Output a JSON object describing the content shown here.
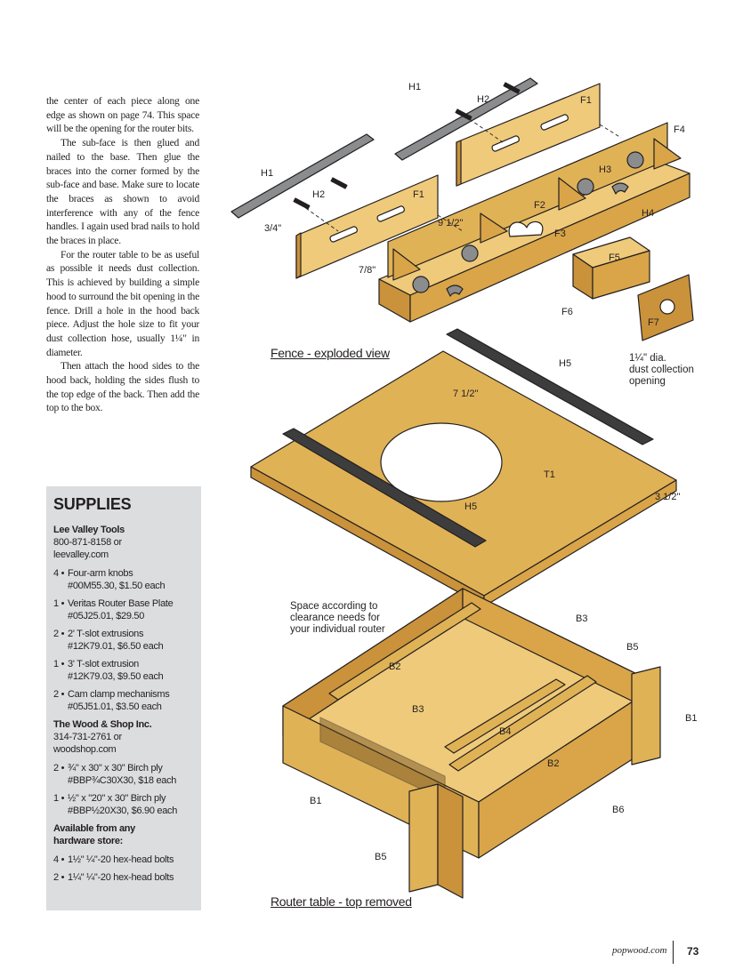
{
  "body": {
    "p1": "the center of each piece along one edge as shown on page 74. This space will be the opening for the router bits.",
    "p2": "The sub-face is then glued and nailed to the base. Then glue the braces into the corner formed by the sub-face and base. Make sure to locate the braces as shown to avoid interference with any of the fence handles. I again used brad nails to hold the braces in place.",
    "p3": "For the router table to be as useful as possible it needs dust collection. This is achieved by building a simple hood to surround the bit opening in the fence. Drill a hole in the hood back piece. Adjust the hole size to fit your dust collection hose, usually 1¼\" in diameter.",
    "p4": "Then attach the hood sides to the hood back, holding the sides flush to the top edge of the back. Then add the top to the box."
  },
  "supplies": {
    "title": "SUPPLIES",
    "v1_name": "Lee Valley Tools",
    "v1_phone": "800-871-8158 or",
    "v1_web": "leevalley.com",
    "items1": [
      {
        "qty": "4 •",
        "l1": "Four-arm knobs",
        "l2": "#00M55.30, $1.50 each"
      },
      {
        "qty": "1 •",
        "l1": "Veritas Router Base Plate",
        "l2": "#05J25.01, $29.50"
      },
      {
        "qty": "2 •",
        "l1": "2' T-slot extrusions",
        "l2": "#12K79.01, $6.50 each"
      },
      {
        "qty": "1 •",
        "l1": "3' T-slot extrusion",
        "l2": "#12K79.03, $9.50 each"
      },
      {
        "qty": "2 •",
        "l1": "Cam clamp mechanisms",
        "l2": "#05J51.01, $3.50 each"
      }
    ],
    "v2_name": "The Wood & Shop Inc.",
    "v2_phone": "314-731-2761 or",
    "v2_web": "woodshop.com",
    "items2": [
      {
        "qty": "2 •",
        "l1": "¾\" x 30\" x 30\" Birch ply",
        "l2": "#BBP¾C30X30, $18 each"
      },
      {
        "qty": "1 •",
        "l1": "½\" x \"20\" x 30\" Birch ply",
        "l2": "#BBP½20X30, $6.90 each"
      }
    ],
    "v3_name": "Available from any hardware store:",
    "items3": [
      {
        "qty": "4 •",
        "l1": "1½\" ¼\"-20 hex-head bolts"
      },
      {
        "qty": "2 •",
        "l1": "1¼\" ¼\"-20 hex-head bolts"
      }
    ]
  },
  "figure": {
    "fence_caption": "Fence - exploded view",
    "router_caption": "Router table - top removed",
    "labels": {
      "h1": "H1",
      "h2": "H2",
      "h3": "H3",
      "h4": "H4",
      "h5": "H5",
      "f1": "F1",
      "f2": "F2",
      "f3": "F3",
      "f4": "F4",
      "f5": "F5",
      "f6": "F6",
      "f7": "F7",
      "t1": "T1",
      "b1": "B1",
      "b2": "B2",
      "b3": "B3",
      "b4": "B4",
      "b5": "B5",
      "b6": "B6"
    },
    "dims": {
      "d_three_quarter": "3/4\"",
      "d_seven_eighths": "7/8\"",
      "d_nine_half": "9 1/2\"",
      "d_seven_half": "7 1/2\"",
      "d_three_half": "3 1/2\""
    },
    "dust_note_1": "1¼\" dia.",
    "dust_note_2": "dust collection",
    "dust_note_3": "opening",
    "space_note_1": "Space according to",
    "space_note_2": "clearance needs for",
    "space_note_3": "your individual router"
  },
  "footer": {
    "url": "popwood.com",
    "page": "73"
  },
  "colors": {
    "wood": "#e0b256",
    "wood_dark": "#c9923b",
    "wood_light": "#efca7a",
    "rail": "#8a8c8e",
    "sidebar": "#dcdddf"
  }
}
